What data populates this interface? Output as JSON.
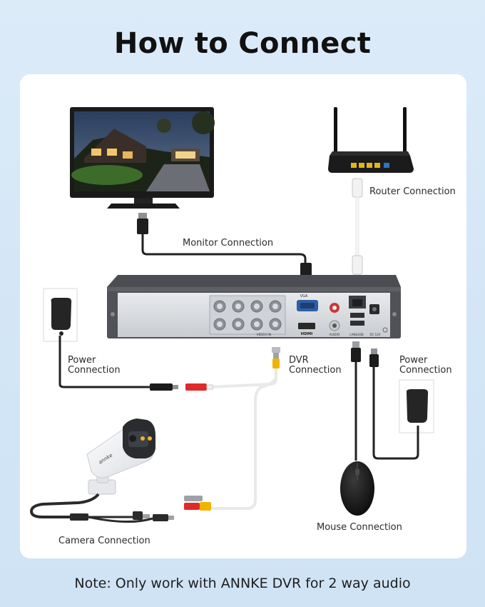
{
  "title": "How to Connect",
  "labels": {
    "monitor": "Monitor Connection",
    "router": "Router Connection",
    "power_left_line1": "Power",
    "power_left_line2": "Connection",
    "dvr_line1": "DVR",
    "dvr_line2": "Connection",
    "power_right_line1": "Power",
    "power_right_line2": "Connection",
    "camera": "Camera Connection",
    "mouse": "Mouse Connection"
  },
  "dvr_ports": {
    "vga": "VGA",
    "video_in": "VIDEO IN",
    "hdmi": "HDMI",
    "audio": "AUDIO",
    "lan_usb": "LAN&USB",
    "dc": "DC 12V"
  },
  "camera_brand": "annke",
  "note": "Note: Only work with ANNKE DVR for 2 way audio"
}
